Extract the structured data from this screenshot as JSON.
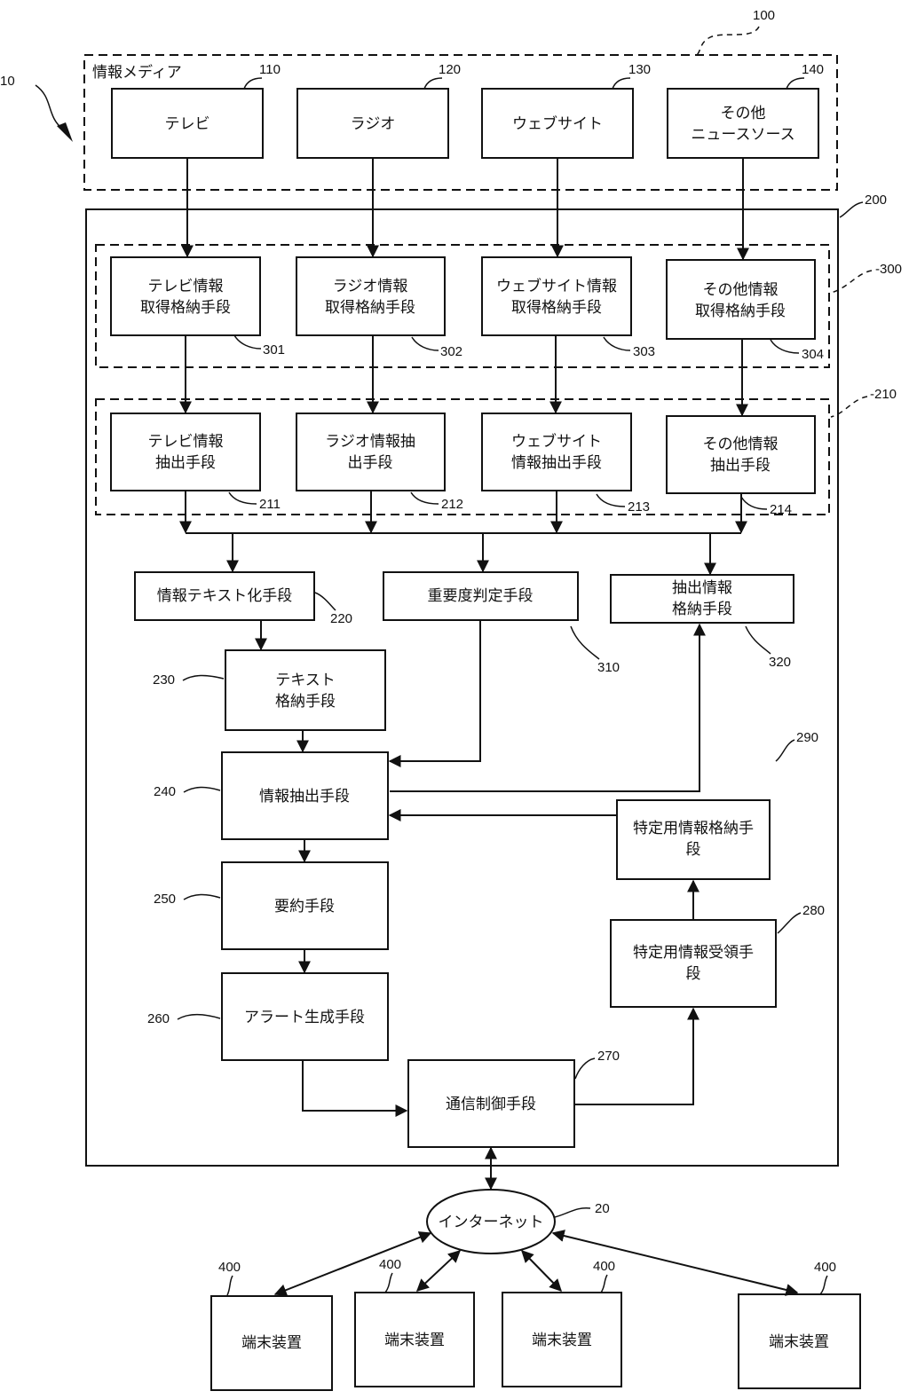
{
  "labels": {
    "media_group": "情報メディア",
    "tv": "テレビ",
    "radio": "ラジオ",
    "website": "ウェブサイト",
    "other_l1": "その他",
    "other_l2": "ニュースソース",
    "acq_tv_l1": "テレビ情報",
    "acq_tv_l2": "取得格納手段",
    "acq_radio_l1": "ラジオ情報",
    "acq_radio_l2": "取得格納手段",
    "acq_web_l1": "ウェブサイト情報",
    "acq_web_l2": "取得格納手段",
    "acq_other_l1": "その他情報",
    "acq_other_l2": "取得格納手段",
    "ext_tv_l1": "テレビ情報",
    "ext_tv_l2": "抽出手段",
    "ext_radio_l1": "ラジオ情報抽",
    "ext_radio_l2": "出手段",
    "ext_web_l1": "ウェブサイト",
    "ext_web_l2": "情報抽出手段",
    "ext_other_l1": "その他情報",
    "ext_other_l2": "抽出手段",
    "textify": "情報テキスト化手段",
    "importance": "重要度判定手段",
    "store_l1": "抽出情報",
    "store_l2": "格納手段",
    "text_store_l1": "テキスト",
    "text_store_l2": "格納手段",
    "info_extract": "情報抽出手段",
    "spec_store_l1": "特定用情報格納手",
    "spec_store_l2": "段",
    "summary": "要約手段",
    "spec_recv_l1": "特定用情報受領手",
    "spec_recv_l2": "段",
    "alert": "アラート生成手段",
    "comm": "通信制御手段",
    "internet": "インターネット",
    "terminal_1": "端末装置",
    "terminal_2": "端末装置",
    "terminal_3": "端末装置",
    "terminal_4": "端末装置"
  },
  "refs": {
    "r10": "10",
    "r100": "100",
    "r110": "110",
    "r120": "120",
    "r130": "130",
    "r140": "140",
    "r200": "200",
    "r300": "-300",
    "r301": "301",
    "r302": "302",
    "r303": "303",
    "r304": "304",
    "r210": "-210",
    "r211": "211",
    "r212": "212",
    "r213": "213",
    "r214": "214",
    "r220": "220",
    "r310": "310",
    "r320": "320",
    "r230": "230",
    "r290": "290",
    "r240": "240",
    "r250": "250",
    "r280": "280",
    "r260": "260",
    "r270": "270",
    "r20": "20",
    "r400a": "400",
    "r400b": "400",
    "r400c": "400",
    "r400d": "400"
  }
}
